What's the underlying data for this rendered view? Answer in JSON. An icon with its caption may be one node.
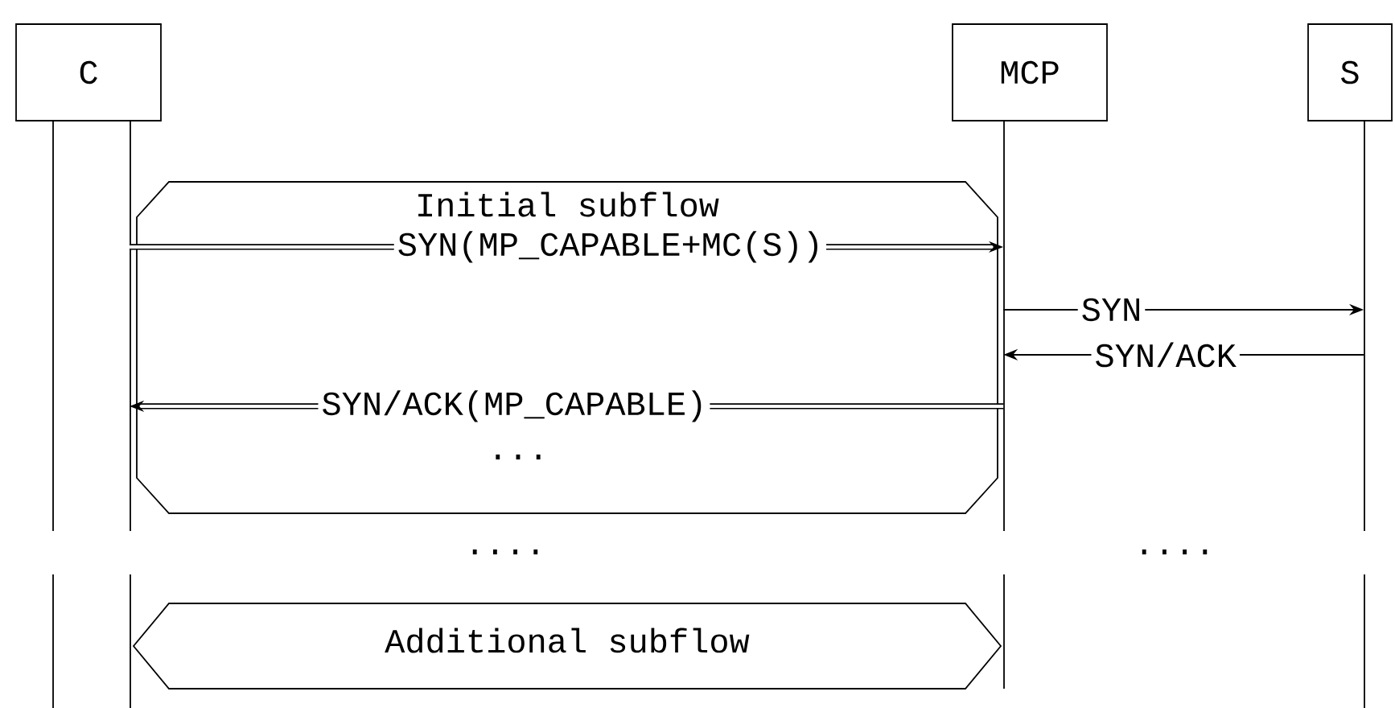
{
  "diagram": {
    "nodes": [
      {
        "text": [
          "C"
        ]
      },
      {
        "text": [
          "MCP"
        ]
      },
      {
        "text": [
          "S"
        ]
      },
      {
        "text": [
          "Initial subflow"
        ]
      },
      {
        "text": [
          "Additional subflow"
        ]
      }
    ],
    "edges": [
      {
        "from": 0,
        "to": 1,
        "arrow": "to",
        "label": "SYN(MP_CAPABLE+MC(S))",
        "style": "thick"
      },
      {
        "from": 1,
        "to": 2,
        "arrow": "to",
        "label": "SYN"
      },
      {
        "from": 2,
        "to": 1,
        "arrow": "to",
        "label": "SYN/ACK"
      },
      {
        "from": 1,
        "to": 0,
        "arrow": "to",
        "label": "SYN/ACK(MP_CAPABLE)",
        "style": "thick"
      }
    ],
    "labels": [
      "...",
      "....",
      "...."
    ]
  }
}
